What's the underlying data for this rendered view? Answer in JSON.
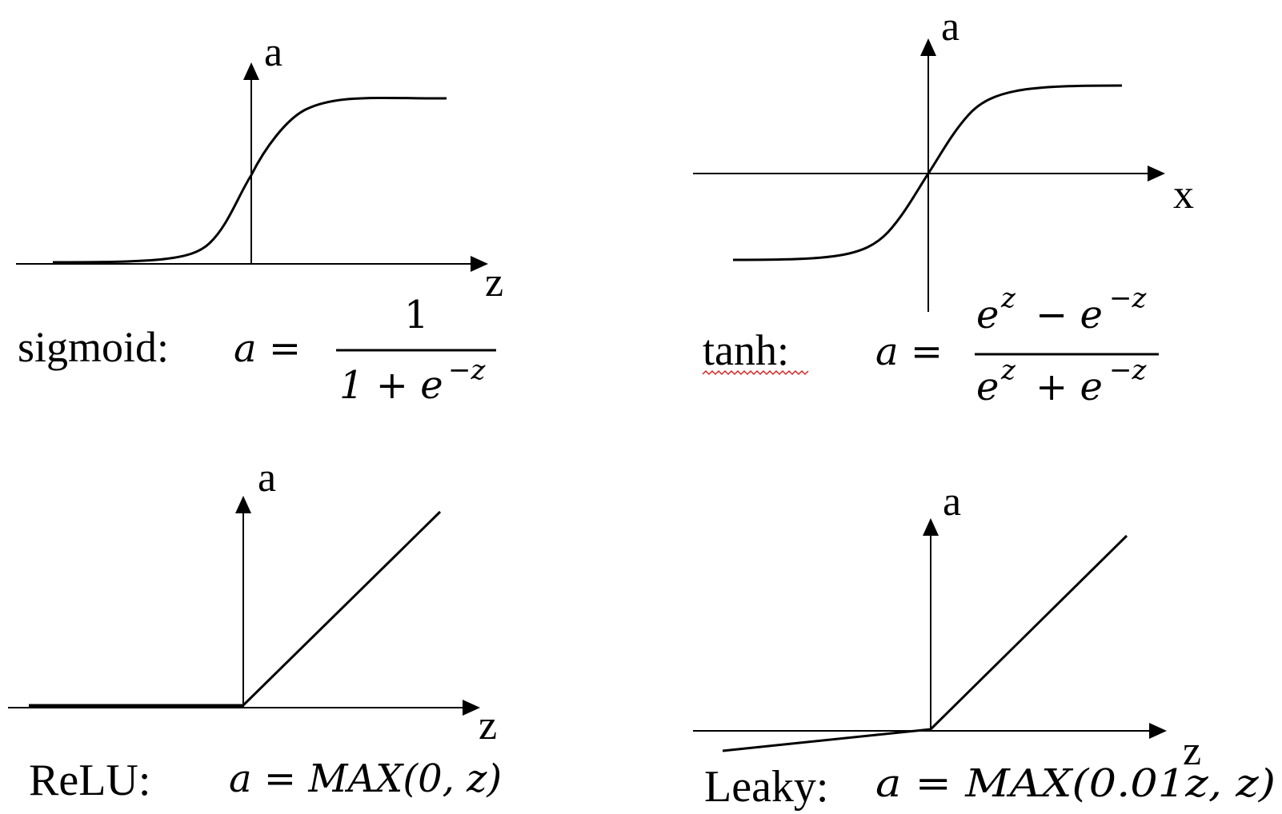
{
  "panels": {
    "sigmoid": {
      "y_axis_label": "a",
      "x_axis_label": "z",
      "name": "sigmoid:",
      "lhs": "a =",
      "numerator": "1",
      "denominator": "1 + e",
      "denominator_sup": "−z"
    },
    "tanh": {
      "y_axis_label": "a",
      "x_axis_label": "x",
      "name": "tanh:",
      "lhs": "a =",
      "numerator_a": "e",
      "numerator_a_sup": "z",
      "numerator_op": "− e",
      "numerator_b_sup": "−z",
      "denominator_a": "e",
      "denominator_a_sup": "z",
      "denominator_op": "+ e",
      "denominator_b_sup": "−z"
    },
    "relu": {
      "y_axis_label": "a",
      "x_axis_label": "z",
      "name": "ReLU:",
      "formula": "a = MAX(0, z)"
    },
    "leaky": {
      "y_axis_label": "a",
      "x_axis_label": "z",
      "name": "Leaky:",
      "formula": "a = MAX(0.01z, z)"
    }
  },
  "colors": {
    "ink": "#000000",
    "spellcheck_underline": "#d62828",
    "background": "#ffffff"
  }
}
